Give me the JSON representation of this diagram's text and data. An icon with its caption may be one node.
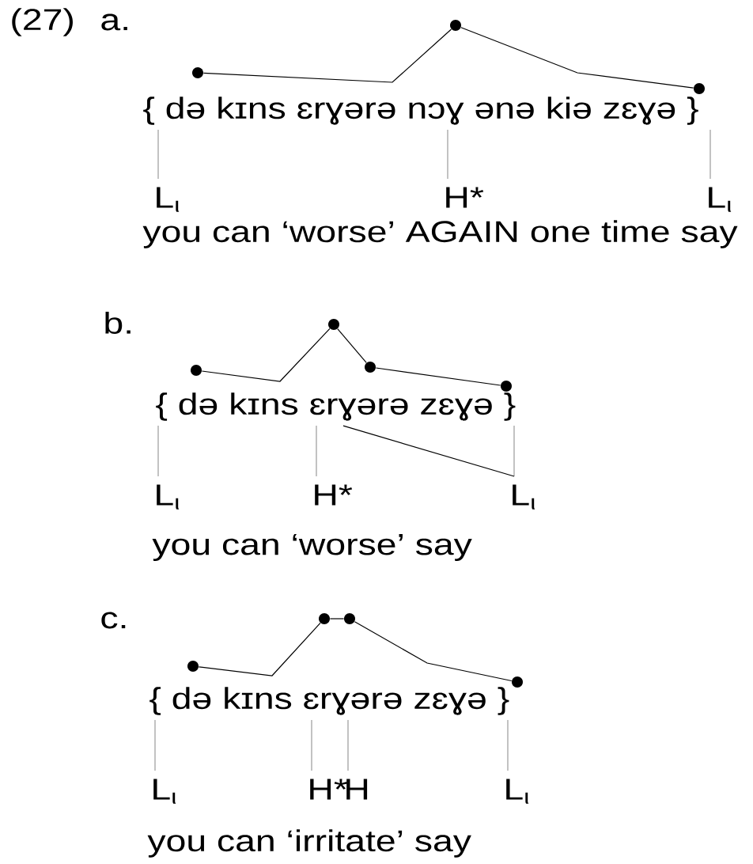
{
  "diagram": {
    "nodes": [
      {
        "text": [],
        "shape": "circle"
      },
      {
        "text": [],
        "shape": "circle"
      },
      {
        "text": [],
        "shape": "circle"
      },
      {
        "text": [
          "{ də kɪns ɛrɣərə nɔɣ ənə kiə zɛɣə }"
        ]
      },
      {
        "text": [
          "L$_{ι}$"
        ]
      },
      {
        "text": [
          "H*"
        ]
      },
      {
        "text": [
          "L$_{ι}$"
        ]
      },
      {
        "text": [],
        "shape": "circle"
      },
      {
        "text": [],
        "shape": "circle"
      },
      {
        "text": [],
        "shape": "circle"
      },
      {
        "text": [],
        "shape": "circle"
      },
      {
        "text": [
          "{ də kɪns ɛrɣərə zɛɣə }"
        ]
      },
      {
        "text": [
          "L$_{ι}$"
        ]
      },
      {
        "text": [
          "H*"
        ]
      },
      {
        "text": [
          "L$_{ι}$"
        ]
      },
      {
        "text": [],
        "shape": "circle"
      },
      {
        "text": [],
        "shape": "circle"
      },
      {
        "text": [],
        "shape": "circle"
      },
      {
        "text": [],
        "shape": "circle"
      },
      {
        "text": [
          "{ də kɪns ɛrɣərə zɛɣə }"
        ]
      },
      {
        "text": [
          "L$_{ι}$"
        ]
      },
      {
        "text": [
          "H*"
        ]
      },
      {
        "text": [
          "H"
        ]
      },
      {
        "text": [
          "L$_{ι}$"
        ]
      }
    ],
    "edges": [
      {
        "from": 0,
        "to": 1,
        "arrow": "none",
        "color": "#000000"
      },
      {
        "from": 1,
        "to": 2,
        "arrow": "none",
        "color": "#000000"
      },
      {
        "from": 4,
        "to": 3,
        "arrow": "none"
      },
      {
        "from": 5,
        "to": 3,
        "arrow": "none"
      },
      {
        "from": 6,
        "to": 3,
        "arrow": "none"
      },
      {
        "from": 7,
        "to": 8,
        "arrow": "none",
        "color": "#000000"
      },
      {
        "from": 8,
        "to": 9,
        "arrow": "none",
        "color": "#000000"
      },
      {
        "from": 9,
        "to": 10,
        "arrow": "none",
        "color": "#000000"
      },
      {
        "from": 12,
        "to": 11,
        "arrow": "none"
      },
      {
        "from": 13,
        "to": 11,
        "arrow": "none"
      },
      {
        "from": 14,
        "to": 11,
        "arrow": "none"
      },
      {
        "from": 11,
        "to": 14,
        "arrow": "none",
        "color": "#000000"
      },
      {
        "from": 15,
        "to": 16,
        "arrow": "none",
        "color": "#000000"
      },
      {
        "from": 16,
        "to": 17,
        "arrow": "none",
        "color": "#000000"
      },
      {
        "from": 17,
        "to": 18,
        "arrow": "none",
        "color": "#000000"
      },
      {
        "from": 20,
        "to": 19,
        "arrow": "none"
      },
      {
        "from": 21,
        "to": 19,
        "arrow": "none"
      },
      {
        "from": 22,
        "to": 19,
        "arrow": "none"
      },
      {
        "from": 23,
        "to": 19,
        "arrow": "none"
      }
    ],
    "labels": [
      "(27)",
      "a.",
      "you can ‘worse’ AGAIN one time say",
      "b.",
      "you can ‘worse’ say",
      "c.",
      "you can ‘irritate’ say"
    ]
  }
}
